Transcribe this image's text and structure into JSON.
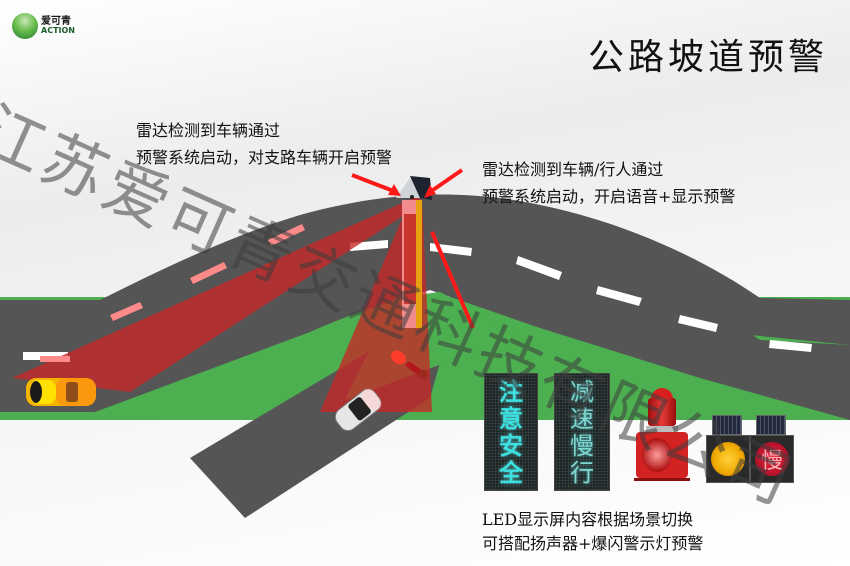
{
  "brand": {
    "logo_cn": "爱可青",
    "logo_en": "ACTION"
  },
  "title": "公路坡道预警",
  "watermark": "江苏爱可青交通科技有限公司",
  "annotations": {
    "branch_road": {
      "line1": "雷达检测到车辆通过",
      "line2": "预警系统启动，对支路车辆开启预警"
    },
    "main_road": {
      "line1": "雷达检测到车辆/行人通过",
      "line2": "预警系统启动，开启语音+显示预警"
    }
  },
  "led_screens": [
    {
      "chars": [
        "注",
        "意",
        "安",
        "全"
      ]
    },
    {
      "chars": [
        "减",
        "速",
        "慢",
        "行"
      ]
    }
  ],
  "devices": {
    "speaker_alarm": "speaker-with-red-strobe",
    "flash_light_yellow": "yellow-solar-flash-light",
    "flash_light_red_text": "慢"
  },
  "caption": {
    "line1": "LED显示屏内容根据场景切换",
    "line2": "可搭配扬声器+爆闪警示灯预警"
  },
  "colors": {
    "road": "#555555",
    "grass": "#4caf50",
    "radar_beam": "#c62828",
    "arrow": "#ff1a1a",
    "led_text": "#3de0e0"
  }
}
